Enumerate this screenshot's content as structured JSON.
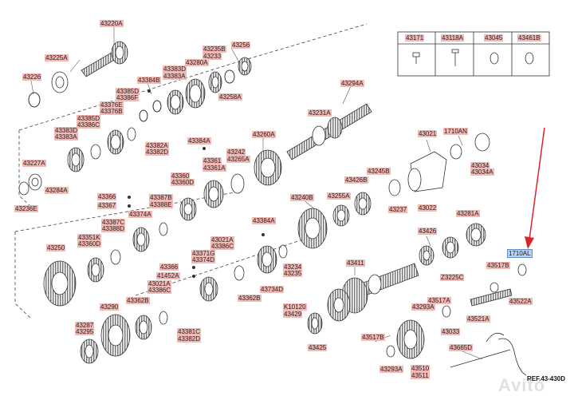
{
  "labels": {
    "l43220A": "43220A",
    "l43225A": "43225A",
    "l43226": "43226",
    "l43384B_top": "43384B",
    "l43383D": "43383D",
    "l43383A": "43383A",
    "l43280A": "43280A",
    "l43235B": "43235B",
    "l43233": "43233",
    "l43256": "43256",
    "l43258A": "43258A",
    "l43385D": "43385D",
    "l43386F": "43386F",
    "l43376E": "43376E",
    "l43376B": "43376B",
    "l43385D2": "43385D",
    "l43386C": "43386C",
    "l43383D2": "43383D",
    "l43383A2": "43383A",
    "l43382A": "43382A",
    "l43382D": "43382D",
    "l43384A": "43384A",
    "l43361": "43361",
    "l43361A": "43361A",
    "l43242": "43242",
    "l43265A": "43265A",
    "l43260A": "43260A",
    "l43294A": "43294A",
    "l43231A": "43231A",
    "l43021": "43021",
    "l1710AN": "1710AN",
    "l43034": "43034",
    "l43034A": "43034A",
    "l43227A": "43227A",
    "l43284A": "43284A",
    "l43236E": "43236E",
    "l43360": "43360",
    "l43360D": "43360D",
    "l43366": "43366",
    "l43367": "43367",
    "l43387B": "43387B",
    "l43388E": "43388E",
    "l43374A": "43374A",
    "l43426B": "43426B",
    "l43245B": "43245B",
    "l43240B": "43240B",
    "l43255A": "43255A",
    "l43237": "43237",
    "l43022": "43022",
    "l43281A": "43281A",
    "l43387C": "43387C",
    "l43388D": "43388D",
    "l43250": "43250",
    "l43351K": "43351K",
    "l43360D2": "43360D",
    "l43384A2": "43384A",
    "l43021A": "43021A",
    "l43386C2": "43386C",
    "l43371G": "43371G",
    "l43374D": "43374D",
    "l43426": "43426",
    "l43234": "43234",
    "l43235": "43235",
    "l43411": "43411",
    "l1710AL": "1710AL",
    "l43517B": "43517B",
    "l43366b": "43366",
    "l41452A": "41452A",
    "l43021A2": "43021A",
    "l43386C3": "43386C",
    "l43734D": "43734D",
    "l43362B": "43362B",
    "l43290": "43290",
    "l43362B2": "43362B",
    "l43371": "43371",
    "l43381C": "43381C",
    "l43382D2": "43382D",
    "l43287": "43287",
    "l43295": "43295",
    "lK10120": "K10120",
    "l43429": "43429",
    "l43425": "43425",
    "lZ3225C": "Z3225C",
    "l43517A": "43517A",
    "l43293A": "43293A",
    "l43521A": "43521A",
    "l43522A": "43522A",
    "l43033": "43033",
    "l43517B2": "43517B",
    "l43293A2": "43293A",
    "l43510": "43510",
    "l43511": "43511",
    "l43665D": "43665D"
  },
  "table": {
    "headers": [
      "43171",
      "43118A",
      "43045",
      "43461B"
    ]
  },
  "ref_text": "REF.43-430D",
  "watermark": "Avito",
  "colors": {
    "label_bg": "#f3b9b4",
    "highlight_bg": "#b9d3ee",
    "arrow": "#d9262c",
    "line": "#333333"
  }
}
